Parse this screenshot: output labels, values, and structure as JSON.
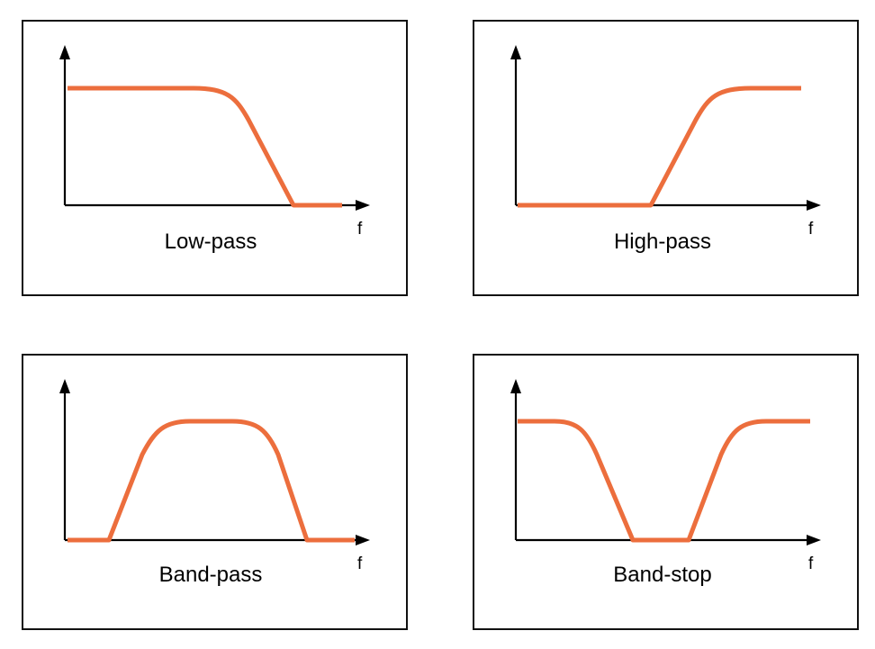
{
  "colors": {
    "curve": "#ec6e3d",
    "axis": "#000000",
    "frame": "#111111"
  },
  "panels": [
    {
      "label": "Low-pass",
      "axis_label": "f"
    },
    {
      "label": "High-pass",
      "axis_label": "f"
    },
    {
      "label": "Band-pass",
      "axis_label": "f"
    },
    {
      "label": "Band-stop",
      "axis_label": "f"
    }
  ]
}
